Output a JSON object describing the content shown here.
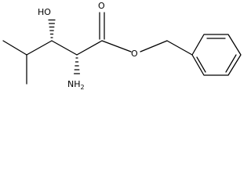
{
  "atoms": {
    "hydroxyl": "HO",
    "carbonyl_oxygen": "O",
    "ester_oxygen": "O",
    "amino": {
      "symbol": "NH",
      "subscript": "2"
    }
  },
  "colors": {
    "ink": "#000000",
    "background": "#ffffff"
  }
}
